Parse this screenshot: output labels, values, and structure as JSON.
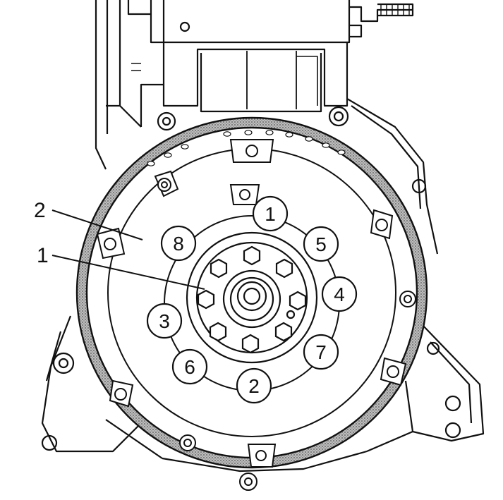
{
  "figure": {
    "callouts": [
      {
        "id": "c2",
        "label": "2"
      },
      {
        "id": "c1",
        "label": "1"
      }
    ],
    "sequence": [
      {
        "id": "s1",
        "label": "1"
      },
      {
        "id": "s2",
        "label": "2"
      },
      {
        "id": "s3",
        "label": "3"
      },
      {
        "id": "s4",
        "label": "4"
      },
      {
        "id": "s5",
        "label": "5"
      },
      {
        "id": "s6",
        "label": "6"
      },
      {
        "id": "s7",
        "label": "7"
      },
      {
        "id": "s8",
        "label": "8"
      }
    ]
  },
  "colors": {
    "line": "#111111",
    "ring_gear": "#9a9a9a",
    "background": "#ffffff"
  }
}
